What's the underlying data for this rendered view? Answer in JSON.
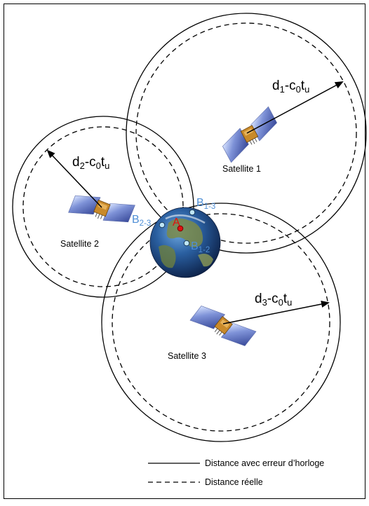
{
  "colors": {
    "point_b": "#4f8fd6",
    "point_a": "#e01010",
    "earth": "#2a5fa0",
    "frame": "#000000"
  },
  "satellites": [
    {
      "label": "Satellite 1",
      "radius_label": {
        "base": "d",
        "sub1": "1",
        "mid": "-c",
        "sub2": "0",
        "end": "t",
        "sub3": "u"
      }
    },
    {
      "label": "Satellite 2",
      "radius_label": {
        "base": "d",
        "sub1": "2",
        "mid": "-c",
        "sub2": "0",
        "end": "t",
        "sub3": "u"
      }
    },
    {
      "label": "Satellite 3",
      "radius_label": {
        "base": "d",
        "sub1": "3",
        "mid": "-c",
        "sub2": "0",
        "end": "t",
        "sub3": "u"
      }
    }
  ],
  "points": {
    "a": {
      "label": "A"
    },
    "b13": {
      "base": "B",
      "sub": "1-3"
    },
    "b23": {
      "base": "B",
      "sub": "2-3"
    },
    "b12": {
      "base": "B",
      "sub": "1-2"
    }
  },
  "legend": {
    "solid": "Distance avec erreur d’horloge",
    "dashed": "Distance réelle"
  },
  "icons": [
    "satellite-icon",
    "earth-icon"
  ]
}
